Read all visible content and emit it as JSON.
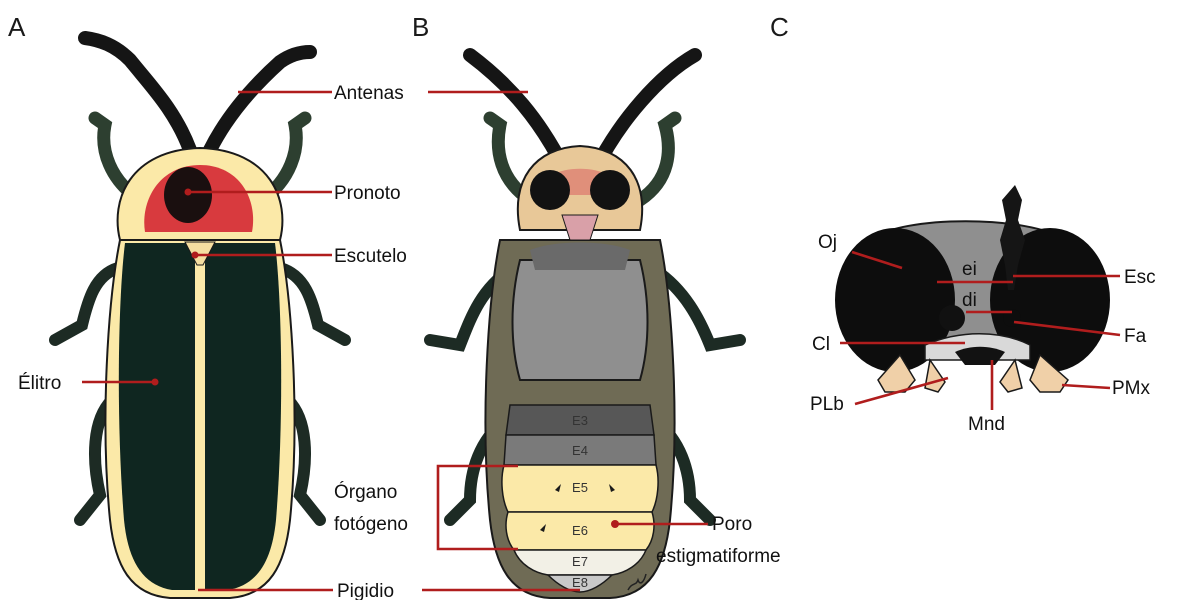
{
  "panels": {
    "a": "A",
    "b": "B",
    "c": "C"
  },
  "labels": {
    "antenas": "Antenas",
    "pronoto": "Pronoto",
    "escutelo": "Escutelo",
    "elitro": "Élitro",
    "pigidio": "Pigidio",
    "organo_1": "Órgano",
    "organo_2": "fotógeno",
    "poro_1": "Poro",
    "poro_2": "estigmatiforme",
    "oj": "Oj",
    "ei": "ei",
    "di": "di",
    "esc": "Esc",
    "fa": "Fa",
    "cl": "Cl",
    "plb": "PLb",
    "pmx": "PMx",
    "mnd": "Mnd"
  },
  "segments": [
    "E3",
    "E4",
    "E5",
    "E6",
    "E7",
    "E8"
  ],
  "colors": {
    "leader": "#b01d1d",
    "elytra": "#0f2620",
    "margin": "#fbe9a8",
    "pronotum_red": "#d83a3e",
    "legs": "#3f5a42",
    "thorax_gray": "#8f8f8f",
    "lantern": "#fbe9a8"
  }
}
